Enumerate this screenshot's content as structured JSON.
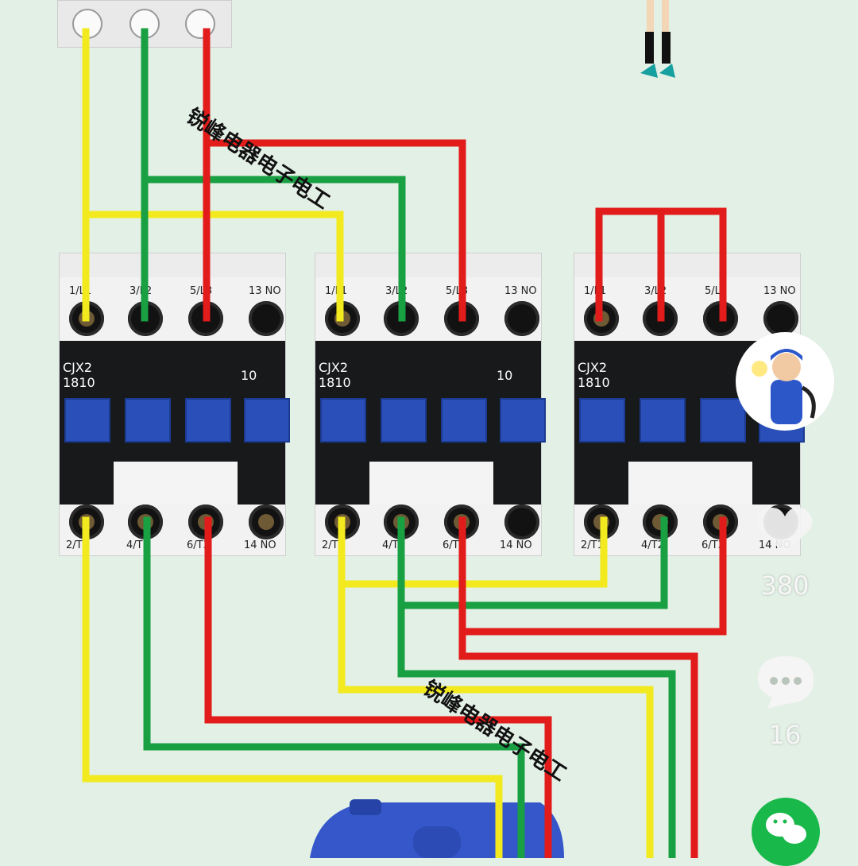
{
  "watermark": {
    "text": "锐峰电器电子电工"
  },
  "contactors": [
    {
      "model": "CJX2",
      "rating": "1810",
      "aux": "10",
      "top_labels": [
        "1/L1",
        "3/L2",
        "5/L3",
        "13 NO"
      ],
      "bottom_labels": [
        "2/T1",
        "4/T2",
        "6/T3",
        "14 NO"
      ]
    },
    {
      "model": "CJX2",
      "rating": "1810",
      "aux": "10",
      "top_labels": [
        "1/L1",
        "3/L2",
        "5/L3",
        "13 NO"
      ],
      "bottom_labels": [
        "2/T1",
        "4/T2",
        "6/T3",
        "14 NO"
      ]
    },
    {
      "model": "CJX2",
      "rating": "1810",
      "aux": "",
      "top_labels": [
        "1/L1",
        "3/L2",
        "5/L3",
        "13 NO"
      ],
      "bottom_labels": [
        "2/T1",
        "4/T2",
        "6/T3",
        "14 NO"
      ]
    }
  ],
  "sidebar": {
    "avatar_icon": "electrician-avatar-icon",
    "like": {
      "icon": "heart-icon",
      "count": "380"
    },
    "comment": {
      "icon": "comment-bubble-icon",
      "count": "16"
    },
    "share": {
      "icon": "wechat-share-icon"
    }
  },
  "colors": {
    "background": "#e3f0e6",
    "wire_yellow": "#f2ea1f",
    "wire_green": "#18a043",
    "wire_red": "#e21b1b",
    "contactor_button": "#2a4fb8"
  }
}
